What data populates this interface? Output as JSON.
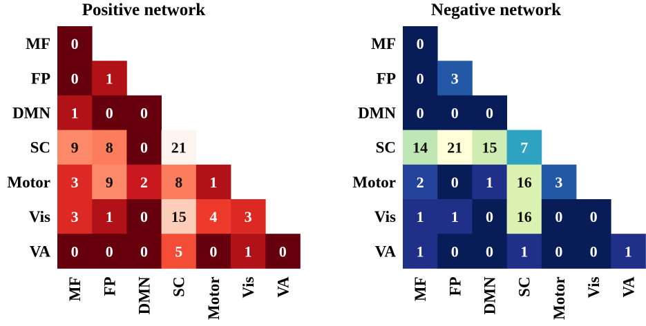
{
  "chart_data": [
    {
      "type": "heatmap",
      "title": "Positive network",
      "categories": [
        "MF",
        "FP",
        "DMN",
        "SC",
        "Motor",
        "Vis",
        "VA"
      ],
      "colormap": "Reds",
      "value_range": [
        0,
        21
      ],
      "matrix": [
        [
          0
        ],
        [
          0,
          1
        ],
        [
          1,
          0,
          0
        ],
        [
          9,
          8,
          0,
          21
        ],
        [
          3,
          9,
          2,
          8,
          1
        ],
        [
          3,
          1,
          0,
          15,
          4,
          3
        ],
        [
          0,
          0,
          0,
          5,
          0,
          1,
          0
        ]
      ]
    },
    {
      "type": "heatmap",
      "title": "Negative network",
      "categories": [
        "MF",
        "FP",
        "DMN",
        "SC",
        "Motor",
        "Vis",
        "VA"
      ],
      "colormap": "YlGnBu",
      "value_range": [
        0,
        21
      ],
      "matrix": [
        [
          0
        ],
        [
          0,
          3
        ],
        [
          0,
          0,
          0
        ],
        [
          14,
          21,
          15,
          7
        ],
        [
          2,
          0,
          1,
          16,
          3
        ],
        [
          1,
          1,
          0,
          16,
          0,
          0
        ],
        [
          1,
          0,
          0,
          1,
          0,
          0,
          1
        ]
      ]
    }
  ]
}
